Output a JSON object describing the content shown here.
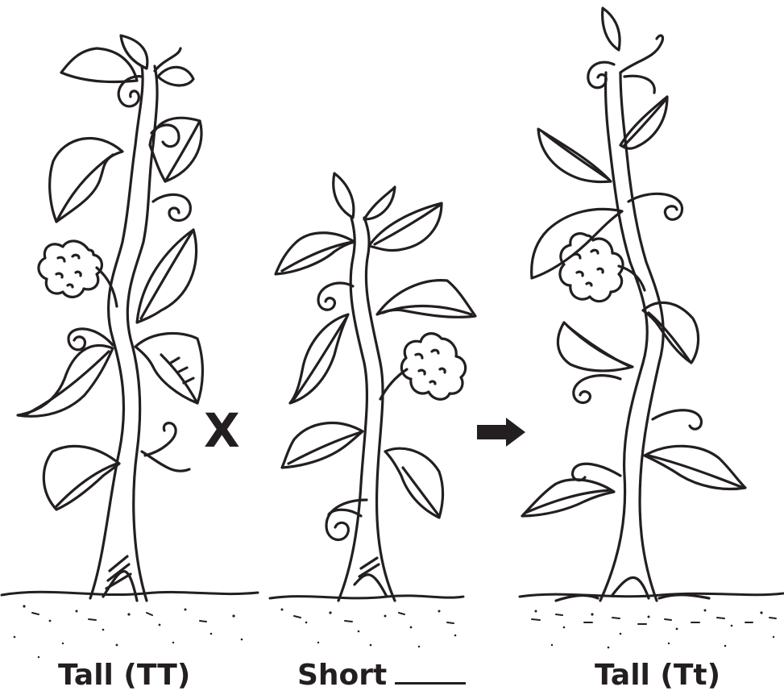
{
  "operator_symbol": "X",
  "result_arrow": "arrow-right-icon",
  "plants": [
    {
      "label": "Tall (TT)"
    },
    {
      "label": "Short"
    },
    {
      "label": "Tall (Tt)"
    }
  ],
  "colors": {
    "ink": "#231f20",
    "background": "#ffffff"
  }
}
